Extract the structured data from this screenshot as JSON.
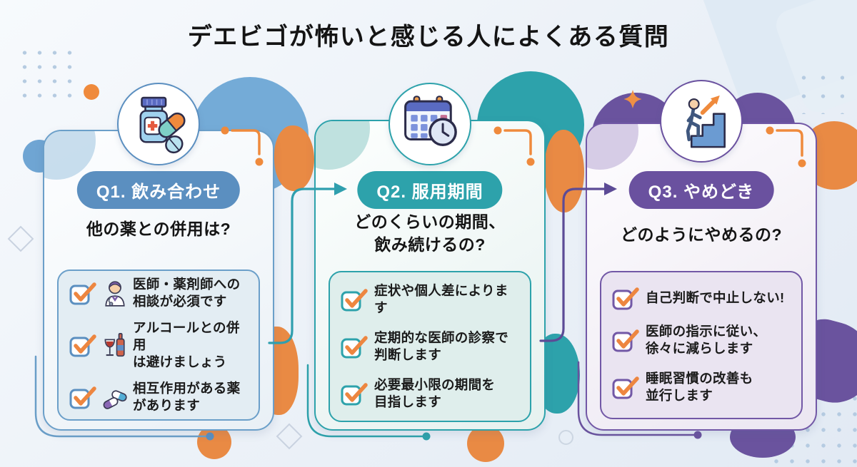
{
  "title": "デエビゴが怖いと感じる人によくある質問",
  "colors": {
    "q1_blue": "#5b8fc0",
    "q2_teal": "#2da2ab",
    "q3_purple": "#6a519f",
    "check_orange": "#ed8640"
  },
  "cards": [
    {
      "badge": "Q1. 飲み合わせ",
      "icon": "medicine-bottle-capsule-icon",
      "question": "他の薬との併用は?",
      "items": [
        {
          "icon": "doctor-icon",
          "text": "医師・薬剤師への\n相談が必須です"
        },
        {
          "icon": "alcohol-icon",
          "text": "アルコールとの併用\nは避けましょう"
        },
        {
          "icon": "pills-icon",
          "text": "相互作用がある薬\nがあります"
        }
      ]
    },
    {
      "badge": "Q2. 服用期間",
      "icon": "calendar-clock-icon",
      "question": "どのくらいの期間、\n飲み続けるの?",
      "items": [
        {
          "text": "症状や個人差によります"
        },
        {
          "text": "定期的な医師の診察で\n判断します"
        },
        {
          "text": "必要最小限の期間を\n目指します"
        }
      ]
    },
    {
      "badge": "Q3. やめどき",
      "icon": "stairs-up-icon",
      "question": "どのようにやめるの?",
      "items": [
        {
          "text": "自己判断で中止しない!"
        },
        {
          "text": "医師の指示に従い、\n徐々に減らします"
        },
        {
          "text": "睡眠習慣の改善も\n並行します"
        }
      ]
    }
  ]
}
